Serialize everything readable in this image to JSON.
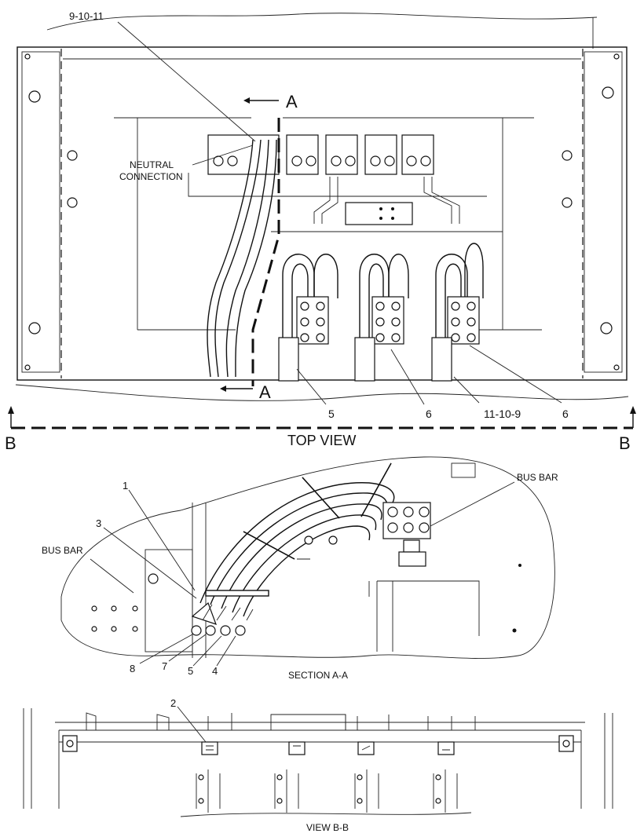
{
  "top_view": {
    "title": "TOP VIEW",
    "callout_top": "9-10-11",
    "neutral_line1": "NEUTRAL",
    "neutral_line2": "CONNECTION",
    "section_a_top": "A",
    "section_a_bottom": "A",
    "view_b_left": "B",
    "view_b_right": "B",
    "callout_5": "5",
    "callout_6a": "6",
    "callout_11_10_9": "11-10-9",
    "callout_6b": "6"
  },
  "section_aa": {
    "title": "SECTION   A-A",
    "bus_bar_right": "BUS BAR",
    "bus_bar_left": "BUS BAR",
    "callout_1": "1",
    "callout_3": "3",
    "callout_8": "8",
    "callout_7": "7",
    "callout_5": "5",
    "callout_4": "4"
  },
  "view_bb": {
    "title": "VIEW B-B",
    "callout_2": "2"
  }
}
